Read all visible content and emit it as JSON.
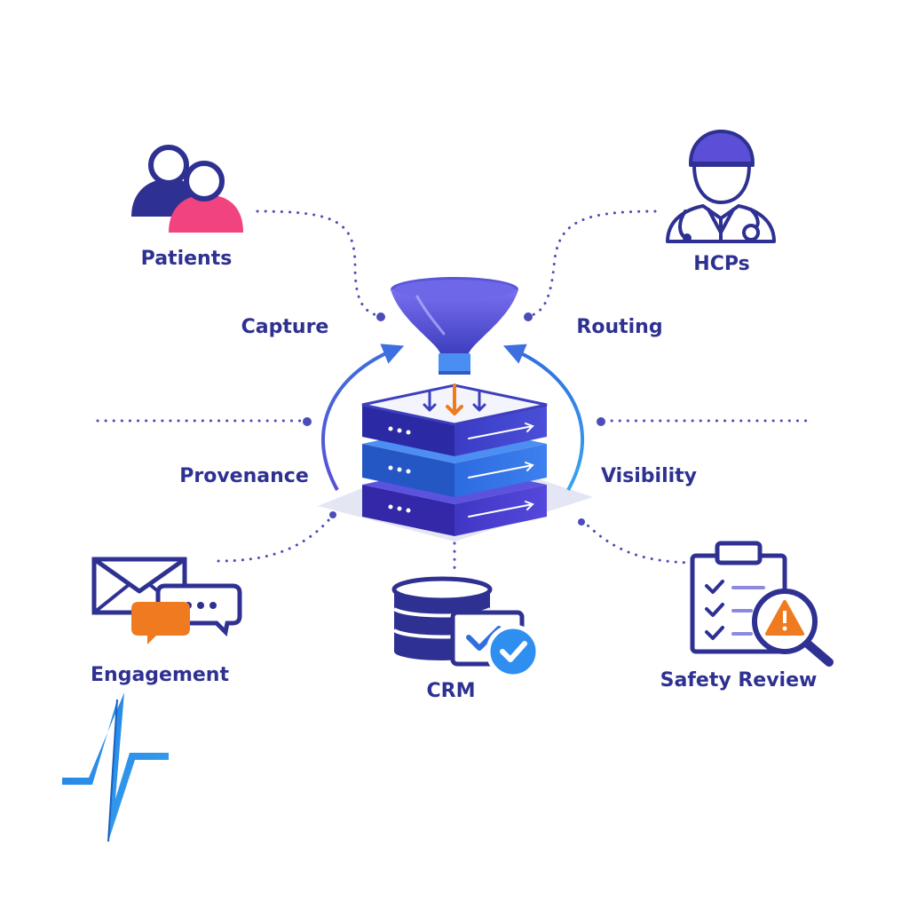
{
  "colors": {
    "navy": "#2b2f8f",
    "label": "#2e3192",
    "indigo": "#3d3fbf",
    "purple": "#5a4fd6",
    "blue": "#2f6fe0",
    "pink": "#f0437f",
    "orange": "#f07a1f",
    "dotted": "#4b4db8",
    "sky": "#3ba4f0"
  },
  "nodes": {
    "patients": "Patients",
    "hcps": "HCPs",
    "engagement": "Engagement",
    "crm": "CRM",
    "safety_review": "Safety Review"
  },
  "flows": {
    "capture": "Capture",
    "routing": "Routing",
    "provenance": "Provenance",
    "visibility": "Visibility"
  },
  "icons": {
    "patients": "people-icon",
    "hcps": "doctor-icon",
    "engagement": "chat-mail-icon",
    "crm": "database-check-icon",
    "safety_review": "clipboard-warning-icon",
    "hub": "funnel-server-icon",
    "logo": "zigzag-logo"
  }
}
